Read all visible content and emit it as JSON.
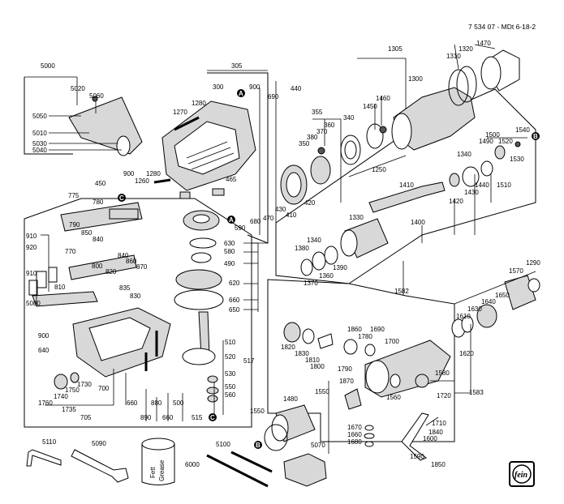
{
  "drawing_number": "7 534 07 - MDt 6-18-2",
  "logo_text": "fein",
  "grease_can": {
    "line1": "Fett",
    "line2": "Grease",
    "part": "6000"
  },
  "labels": {
    "l5000": "5000",
    "l5020": "5020",
    "l5060": "5060",
    "l5050": "5050",
    "l5010": "5010",
    "l5030": "5030",
    "l5040": "5040",
    "l305": "305",
    "l300": "300",
    "l900a": "900",
    "l1280a": "1280",
    "l1270": "1270",
    "l450": "450",
    "l900b": "900",
    "l1280b": "1280",
    "l1260": "1260",
    "l465": "465",
    "l775": "775",
    "l780": "780",
    "l790": "790",
    "l850": "850",
    "l840a": "840",
    "l910a": "910",
    "l920": "920",
    "l770": "770",
    "l840b": "840",
    "l860": "860",
    "l870": "870",
    "l800": "800",
    "l820": "820",
    "l910b": "910",
    "l810": "810",
    "l835": "835",
    "l830": "830",
    "l5080": "5080",
    "l900c": "900",
    "l640": "640",
    "l1760": "1760",
    "l1740": "1740",
    "l1730": "1730",
    "l1750": "1750",
    "l1735": "1735",
    "l700": "700",
    "l705": "705",
    "l660a": "660",
    "l890": "890",
    "l880": "880",
    "l660b": "660",
    "l500": "500",
    "l515": "515",
    "l510": "510",
    "l520": "520",
    "l517": "517",
    "l530": "530",
    "l550": "550",
    "l560": "560",
    "l690": "690",
    "l440": "440",
    "l590": "590",
    "l680": "680",
    "l470": "470",
    "l430": "430",
    "l410": "410",
    "l420": "420",
    "l630": "630",
    "l580": "580",
    "l490": "490",
    "l620": "620",
    "l660c": "660",
    "l650": "650",
    "l355": "355",
    "l360": "360",
    "l370": "370",
    "l380": "380",
    "l350": "350",
    "l340": "340",
    "l1305": "1305",
    "l1300": "1300",
    "l1460": "1460",
    "l1450": "1450",
    "l1250": "1250",
    "l1310": "1310",
    "l1320": "1320",
    "l1470": "1470",
    "l1540": "1540",
    "l1500": "1500",
    "l1490": "1490",
    "l1520": "1520",
    "l1530": "1530",
    "l1340a": "1340",
    "l1440": "1440",
    "l1430": "1430",
    "l1510": "1510",
    "l1410": "1410",
    "l1420": "1420",
    "l1330": "1330",
    "l1400": "1400",
    "l1340b": "1340",
    "l1380": "1380",
    "l1390": "1390",
    "l1360": "1360",
    "l1370": "1370",
    "l1582": "1582",
    "l1570": "1570",
    "l1290": "1290",
    "l1650": "1650",
    "l1640": "1640",
    "l1630": "1630",
    "l1610": "1610",
    "l1620": "1620",
    "l1860": "1860",
    "l1690": "1690",
    "l1780": "1780",
    "l1700": "1700",
    "l1820": "1820",
    "l1830": "1830",
    "l1810": "1810",
    "l1800": "1800",
    "l1790": "1790",
    "l1580": "1580",
    "l1870": "1870",
    "l1560": "1560",
    "l1720": "1720",
    "l1583": "1583",
    "l1480": "1480",
    "l1550a": "1550",
    "l1550b": "1550",
    "l1710": "1710",
    "l1840": "1840",
    "l1670": "1670",
    "l1660": "1660",
    "l1680": "1680",
    "l1600": "1600",
    "l1590": "1590",
    "l1850": "1850",
    "l5070": "5070",
    "l5110": "5110",
    "l5090": "5090",
    "l5100": "5100"
  },
  "refs": {
    "A": "A",
    "B": "B",
    "C": "C"
  }
}
